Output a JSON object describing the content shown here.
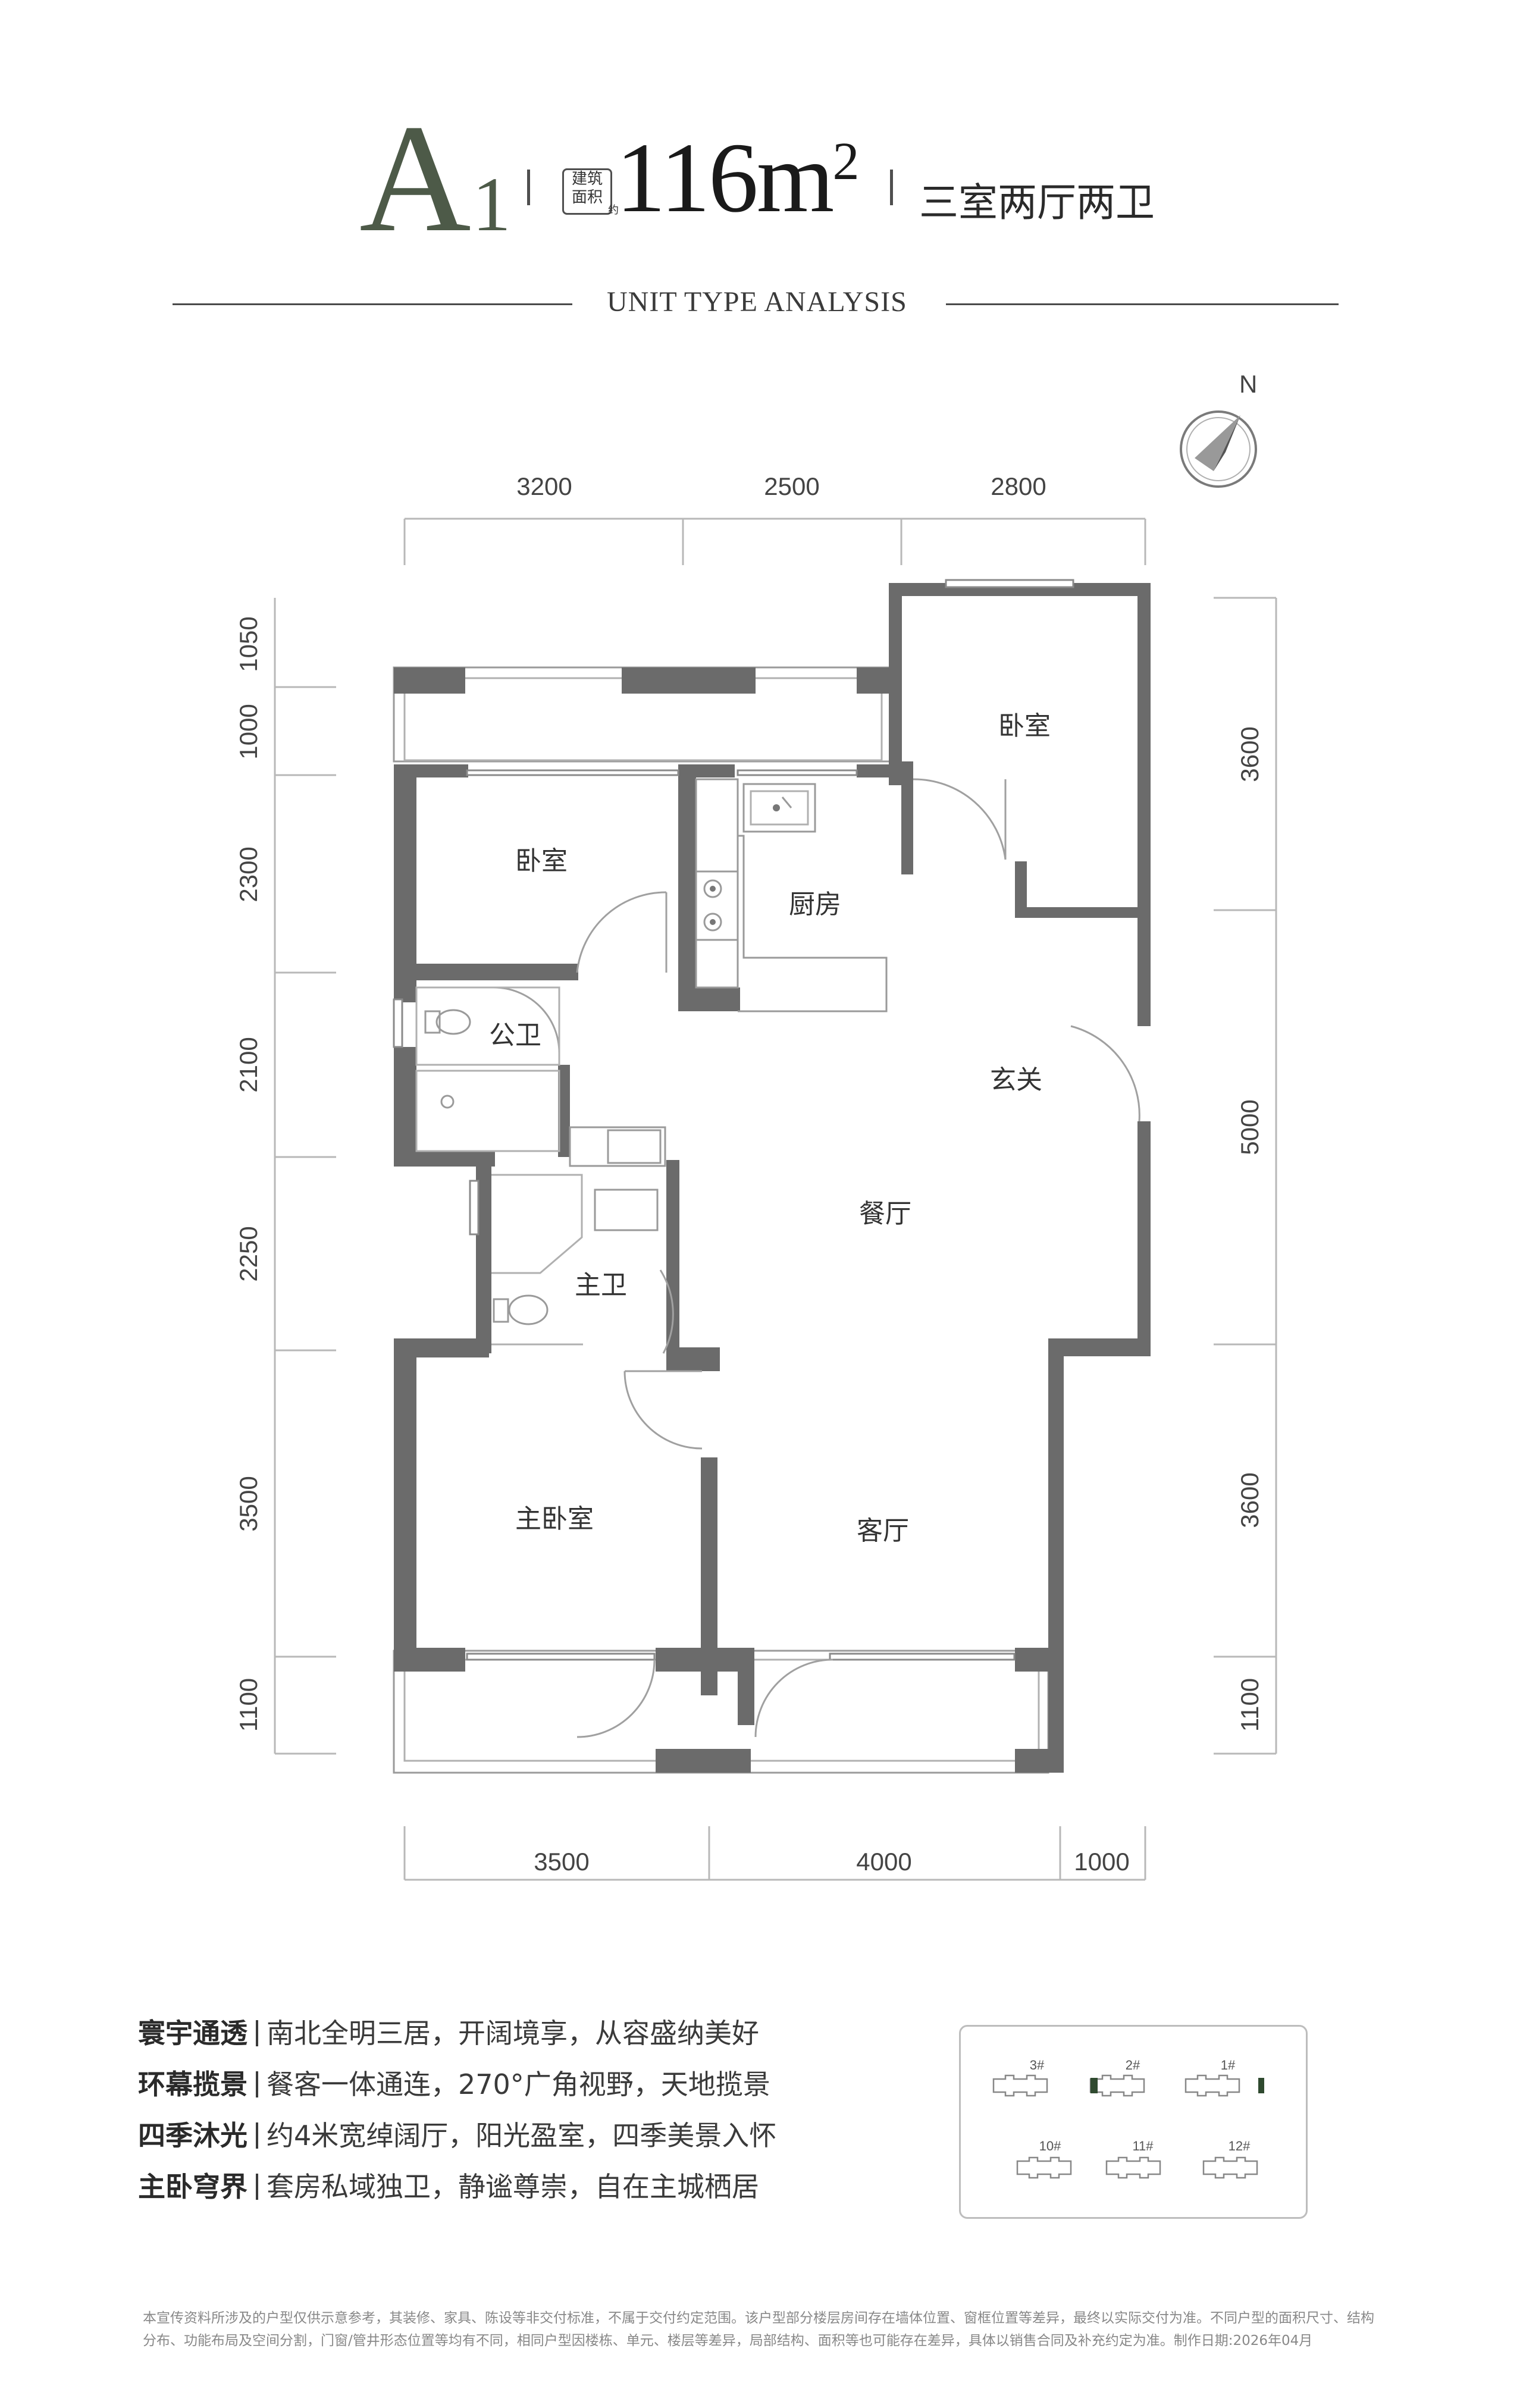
{
  "header": {
    "unit_code": "A",
    "unit_num": "1",
    "area_badge_top": "建筑",
    "area_badge_bottom": "面积",
    "area_badge_small": "约",
    "area_value": "116m",
    "area_sup": "2",
    "layout": "三室两厅两卫",
    "subtitle": "UNIT TYPE ANALYSIS"
  },
  "compass": {
    "label": "N"
  },
  "dimensions": {
    "top": [
      "3200",
      "2500",
      "2800"
    ],
    "bottom": [
      "3500",
      "4000",
      "1000"
    ],
    "left": [
      "1050",
      "1000",
      "2300",
      "2100",
      "2250",
      "3500",
      "1100"
    ],
    "right": [
      "3600",
      "5000",
      "3600",
      "1100"
    ]
  },
  "rooms": {
    "bedroom_nw": "卧室",
    "bedroom_ne": "卧室",
    "kitchen": "厨房",
    "public_bath": "公卫",
    "entrance": "玄关",
    "dining": "餐厅",
    "master_bath": "主卫",
    "master_bedroom": "主卧室",
    "living": "客厅"
  },
  "features": [
    {
      "title": "寰宇通透",
      "text": "南北全明三居，开阔境享，从容盛纳美好"
    },
    {
      "title": "环幕揽景",
      "text": "餐客一体通连，270°广角视野，天地揽景"
    },
    {
      "title": "四季沐光",
      "text": "约4米宽绰阔厅，阳光盈室，四季美景入怀"
    },
    {
      "title": "主卧穹界",
      "text": "套房私域独卫，静谧尊崇，自在主城栖居"
    }
  ],
  "sitemap": {
    "top_labels": [
      "3#",
      "2#",
      "1#"
    ],
    "bottom_labels": [
      "10#",
      "11#",
      "12#"
    ],
    "highlight_color": "#2f4a2f"
  },
  "disclaimer": "本宣传资料所涉及的户型仅供示意参考，其装修、家具、陈设等非交付标准，不属于交付约定范围。该户型部分楼层房间存在墙体位置、窗框位置等差异，最终以实际交付为准。不同户型的面积尺寸、结构分布、功能布局及空间分割，门窗/管井形态位置等均有不同，相同户型因楼栋、单元、楼层等差异，局部结构、面积等也可能存在差异，具体以销售合同及补充约定为准。制作日期:2026年04月",
  "colors": {
    "wall": "#6b6b6b",
    "accent": "#4d5a48",
    "line": "#9a9a9a"
  }
}
